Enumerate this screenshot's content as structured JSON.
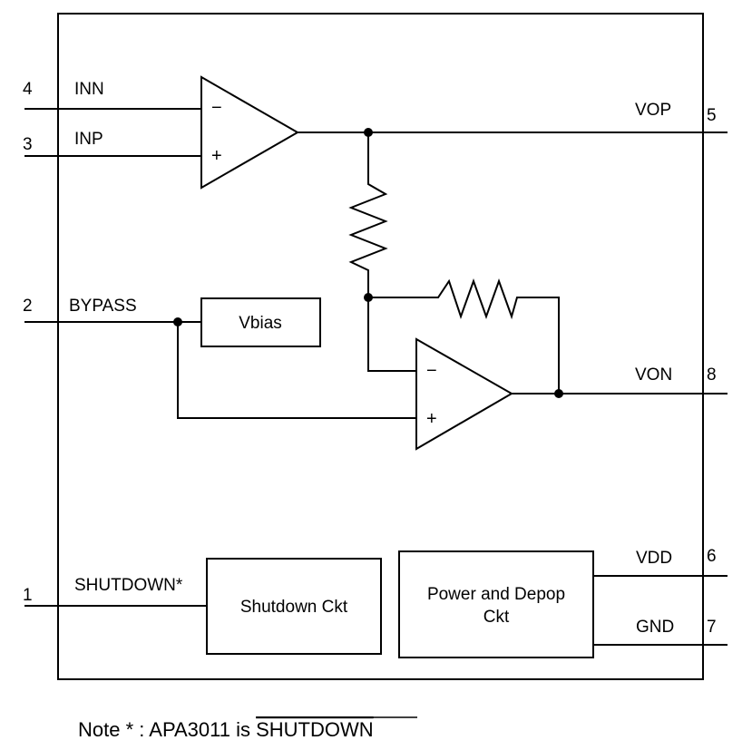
{
  "pins": {
    "p4": {
      "num": "4",
      "name": "INN"
    },
    "p3": {
      "num": "3",
      "name": "INP"
    },
    "p2": {
      "num": "2",
      "name": "BYPASS"
    },
    "p1": {
      "num": "1",
      "name": "SHUTDOWN*"
    },
    "p5": {
      "num": "5",
      "name": "VOP"
    },
    "p8": {
      "num": "8",
      "name": "VON"
    },
    "p6": {
      "num": "6",
      "name": "VDD"
    },
    "p7": {
      "num": "7",
      "name": "GND"
    }
  },
  "amp1": {
    "minus": "−",
    "plus": "+"
  },
  "amp2": {
    "minus": "−",
    "plus": "+"
  },
  "blocks": {
    "vbias": "Vbias",
    "shutdown": "Shutdown Ckt",
    "power_line1": "Power and Depop",
    "power_line2": "Ckt"
  },
  "note": {
    "prefix": "Note * : APA3011 is ",
    "overlined": "SHUTDOWN"
  }
}
